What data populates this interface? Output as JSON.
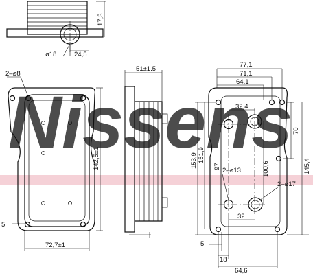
{
  "watermark": {
    "text": "Nissens",
    "color": "#cfd8ec",
    "band_color": "#f3c9d0"
  },
  "top_view": {
    "labels": {
      "height": "17,3",
      "diameter": "ø18",
      "offset": "24,5"
    }
  },
  "front_view": {
    "labels": {
      "holes": "2–ø8",
      "height": "142,5±1",
      "width": "72,7±1",
      "edge": "5"
    }
  },
  "side_view": {
    "labels": {
      "depth": "51±1.5"
    }
  },
  "right_view": {
    "labels": {
      "w77": "77,1",
      "w71": "71,1",
      "w64": "64,1",
      "w32_4": "32,4",
      "h70": "70",
      "h145": "145,4",
      "h153": "153,9",
      "h151": "151,9",
      "h97": "97",
      "h100": "100,6",
      "holes13": "2–ø13",
      "holes17": "2–ø17",
      "w32": "32",
      "d5": "5",
      "d18": "18",
      "d64": "64,6"
    }
  }
}
